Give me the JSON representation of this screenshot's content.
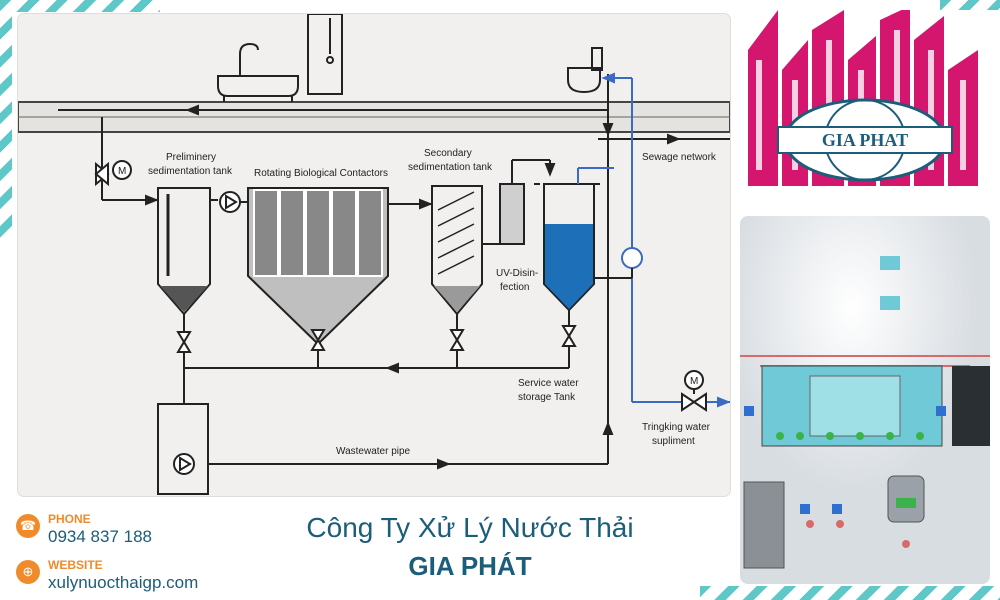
{
  "diagram": {
    "labels": {
      "prelim_1": "Preliminery",
      "prelim_2": "sedimentation tank",
      "rbc": "Rotating Biological Contactors",
      "secondary_1": "Secondary",
      "secondary_2": "sedimentation tank",
      "sewage": "Sewage network",
      "uv_1": "UV-Disin-",
      "uv_2": "fection",
      "service_1": "Service water",
      "service_2": "storage Tank",
      "wastewater": "Wastewater pipe",
      "trink_1": "Tringking water",
      "trink_2": "supliment",
      "motor": "M"
    }
  },
  "logo": {
    "text": "GIA PHAT"
  },
  "contact": {
    "phone_label": "PHONE",
    "phone_value": "0934 837 188",
    "website_label": "WEBSITE",
    "website_value": "xulynuocthaigp.com"
  },
  "company": {
    "name": "Công Ty Xử Lý Nước Thải",
    "brand": "GIA PHÁT"
  },
  "colors": {
    "teal": "#1b5d7a",
    "orange": "#f08b2c",
    "magenta": "#d4166e",
    "stripe": "#5ec8c9"
  }
}
